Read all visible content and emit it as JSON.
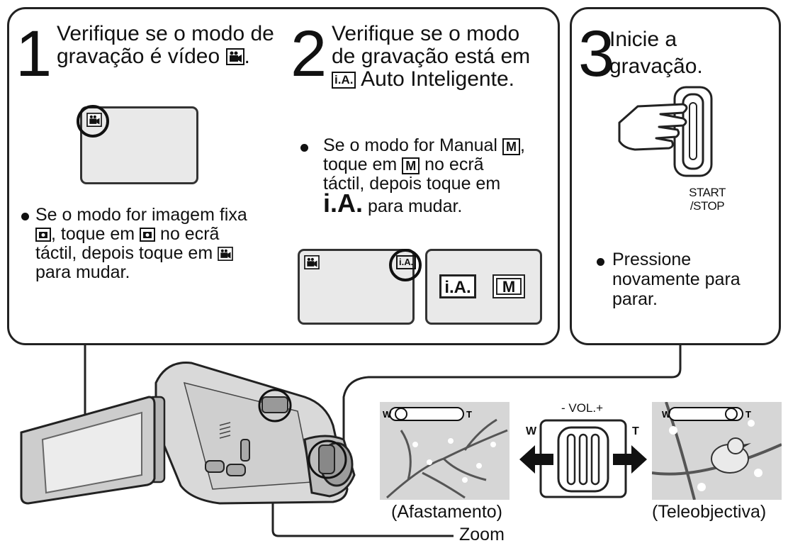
{
  "step1": {
    "number": "1",
    "title_line1": "Verifique se o modo de",
    "title_line2": "gravação é vídeo",
    "bullet_line1": "Se o modo for imagem fixa",
    "bullet_line2": ", toque em",
    "bullet_line2b": "no ecrã",
    "bullet_line3": "táctil, depois toque em",
    "bullet_line4": "para mudar."
  },
  "step2": {
    "number": "2",
    "title_line1": "Verifique se o modo",
    "title_line2": "de gravação está em",
    "title_line3_icon": "i.A.",
    "title_line3": "Auto Inteligente.",
    "bullet_line1": "Se o modo for Manual",
    "bullet_line2a": "toque em",
    "bullet_line2b": "no ecrã",
    "bullet_line3": "táctil, depois toque em",
    "bullet_line4_big": "i.A.",
    "bullet_line4": "para mudar.",
    "screen_icon_ia": "i.A.",
    "btn_ia": "i.A.",
    "btn_m": "M",
    "manual_icon": "M"
  },
  "step3": {
    "number": "3",
    "title_line1": "Inicie a",
    "title_line2": "gravação.",
    "button_label_line1": "START",
    "button_label_line2": "/STOP",
    "bullet_line1": "Pressione",
    "bullet_line2": "novamente para",
    "bullet_line3": "parar."
  },
  "zoom": {
    "vol_label": "- VOL.+",
    "w_label": "W",
    "t_label": "T",
    "left_caption": "(Afastamento)",
    "right_caption": "(Teleobjectiva)",
    "callout": "Zoom"
  },
  "colors": {
    "line": "#222222",
    "screen": "#e9e9e9",
    "photo_bg": "#d6d6d6"
  }
}
